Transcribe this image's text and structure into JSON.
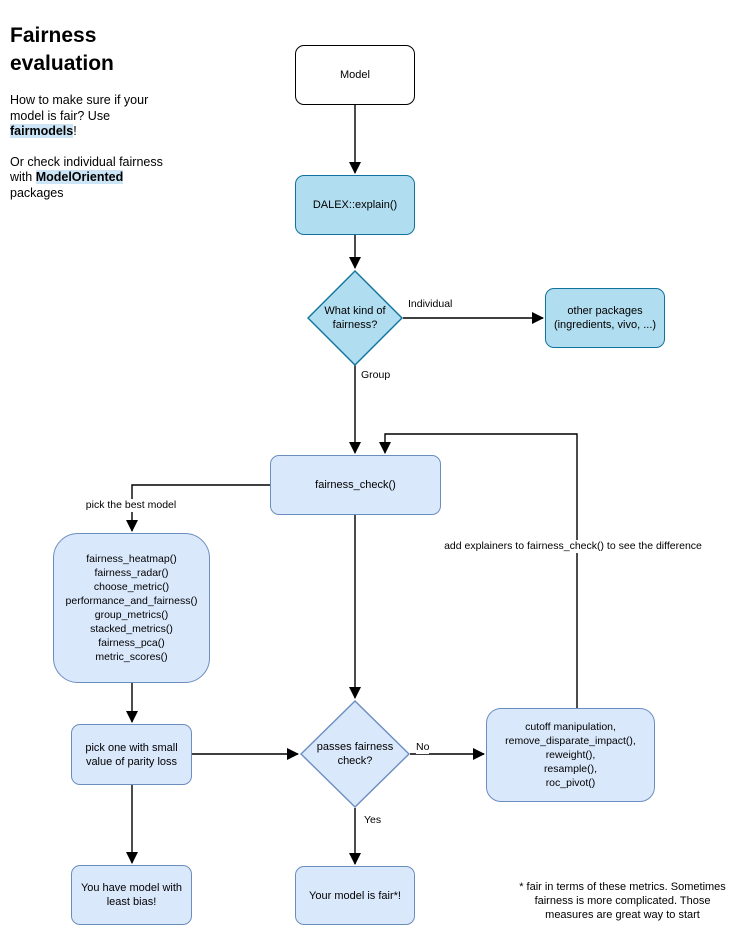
{
  "title": "Fairness evaluation",
  "sidebar": {
    "heading_line1": "Fairness",
    "heading_line2": "evaluation",
    "p1_line1": "How to make sure if your",
    "p1_line2": "model is fair? Use",
    "p1_highlight": "fairmodels",
    "p1_suffix": "!",
    "p2_line1": "Or check individual fairness",
    "p2_prefix": "with ",
    "p2_highlight": "ModelOriented",
    "p2_line3": "packages"
  },
  "nodes": {
    "model": {
      "label": "Model"
    },
    "explain": {
      "label": "DALEX::explain()"
    },
    "fairness_kind": {
      "line1": "What kind of",
      "line2": "fairness?"
    },
    "other_packages": {
      "line1": "other packages",
      "line2": "(ingredients, vivo, ...)"
    },
    "fairness_check": {
      "label": "fairness_check()"
    },
    "tools": {
      "lines": [
        "fairness_heatmap()",
        "fairness_radar()",
        "choose_metric()",
        "performance_and_fairness()",
        "group_metrics()",
        "stacked_metrics()",
        "fairness_pca()",
        "metric_scores()"
      ]
    },
    "pick_one": {
      "label": "pick one with small value of parity loss"
    },
    "passes_check": {
      "line1": "passes fairness",
      "line2": "check?"
    },
    "mitigation": {
      "lines": [
        "cutoff manipulation,",
        "remove_disparate_impact(),",
        "reweight(),",
        "resample(),",
        "roc_pivot()"
      ]
    },
    "least_bias": {
      "label": "You have model with least bias!"
    },
    "model_fair": {
      "label": "Your model is fair*!"
    }
  },
  "edge_labels": {
    "individual": "Individual",
    "group": "Group",
    "no": "No",
    "yes": "Yes",
    "pick_best": "pick the best model",
    "add_explainers": "add explainers to fairness_check() to see the difference"
  },
  "footnote_lines": [
    "* fair in terms of these metrics. Sometimes",
    "fairness is more complicated. Those",
    "measures are great way to start"
  ],
  "colors": {
    "sky_fill": "#B1DDF0",
    "sky_stroke": "#10739E",
    "light_fill": "#DAE8FC",
    "light_stroke": "#6C8EBF",
    "highlight": "#CCE5F6",
    "edge": "#000000"
  }
}
